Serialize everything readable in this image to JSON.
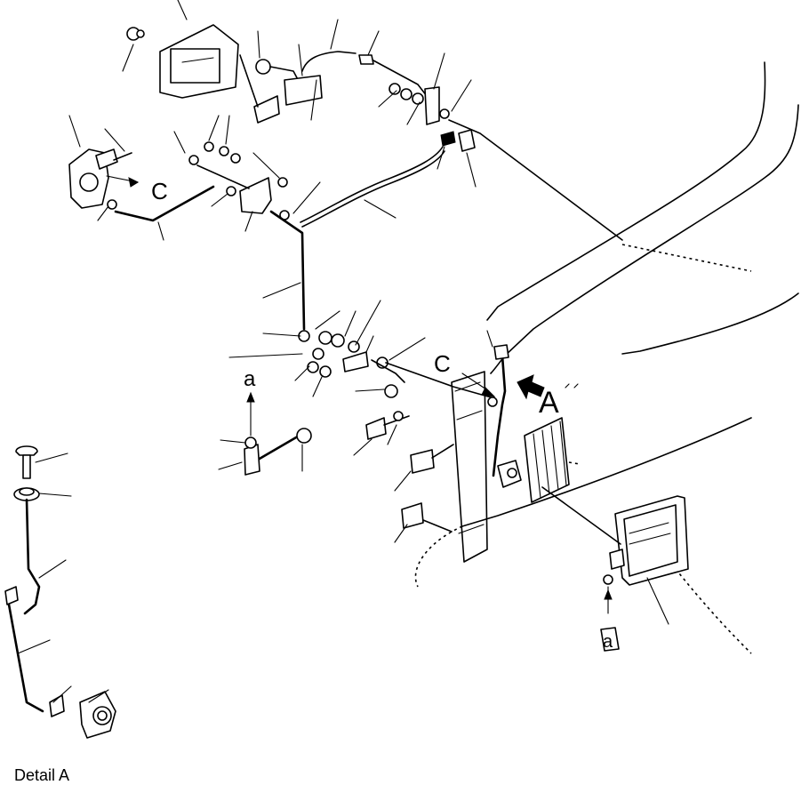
{
  "diagram": {
    "view_label_a": "A",
    "section_label_c": "C",
    "marker_a": "a",
    "caption": "Detail A"
  }
}
